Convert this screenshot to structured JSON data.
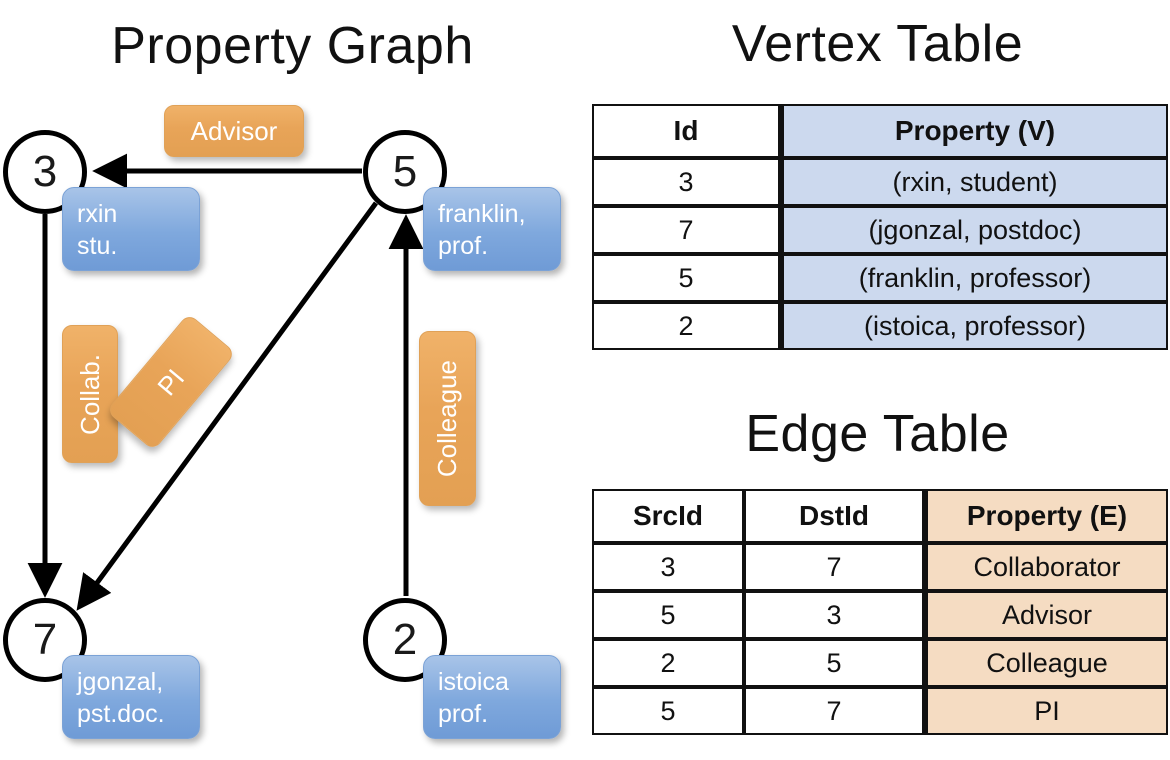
{
  "titles": {
    "property_graph": "Property Graph",
    "vertex_table": "Vertex Table",
    "edge_table": "Edge Table"
  },
  "colors": {
    "vertex_property_fill": "#ccd9ee",
    "edge_property_fill": "#f5dcc2",
    "node_box_fill": "#7fa8dd",
    "edge_badge_fill": "#e8a458",
    "stroke": "#111111"
  },
  "graph": {
    "nodes": [
      {
        "id": "3",
        "label": "3",
        "property_lines": [
          "rxin",
          "stu."
        ]
      },
      {
        "id": "5",
        "label": "5",
        "property_lines": [
          "franklin,",
          "prof."
        ]
      },
      {
        "id": "7",
        "label": "7",
        "property_lines": [
          "jgonzal,",
          "pst.doc."
        ]
      },
      {
        "id": "2",
        "label": "2",
        "property_lines": [
          "istoica",
          "prof."
        ]
      }
    ],
    "edge_labels": [
      {
        "name": "advisor",
        "text": "Advisor",
        "orientation": "horizontal"
      },
      {
        "name": "collab",
        "text": "Collab.",
        "orientation": "vertical"
      },
      {
        "name": "pi",
        "text": "PI",
        "orientation": "rotated"
      },
      {
        "name": "colleague",
        "text": "Colleague",
        "orientation": "vertical"
      }
    ]
  },
  "vertex_table": {
    "headers": [
      "Id",
      "Property (V)"
    ],
    "rows": [
      {
        "id": "3",
        "property": "(rxin, student)"
      },
      {
        "id": "7",
        "property": "(jgonzal, postdoc)"
      },
      {
        "id": "5",
        "property": "(franklin, professor)"
      },
      {
        "id": "2",
        "property": "(istoica, professor)"
      }
    ]
  },
  "edge_table": {
    "headers": [
      "SrcId",
      "DstId",
      "Property (E)"
    ],
    "rows": [
      {
        "src": "3",
        "dst": "7",
        "property": "Collaborator"
      },
      {
        "src": "5",
        "dst": "3",
        "property": "Advisor"
      },
      {
        "src": "2",
        "dst": "5",
        "property": "Colleague"
      },
      {
        "src": "5",
        "dst": "7",
        "property": "PI"
      }
    ]
  }
}
